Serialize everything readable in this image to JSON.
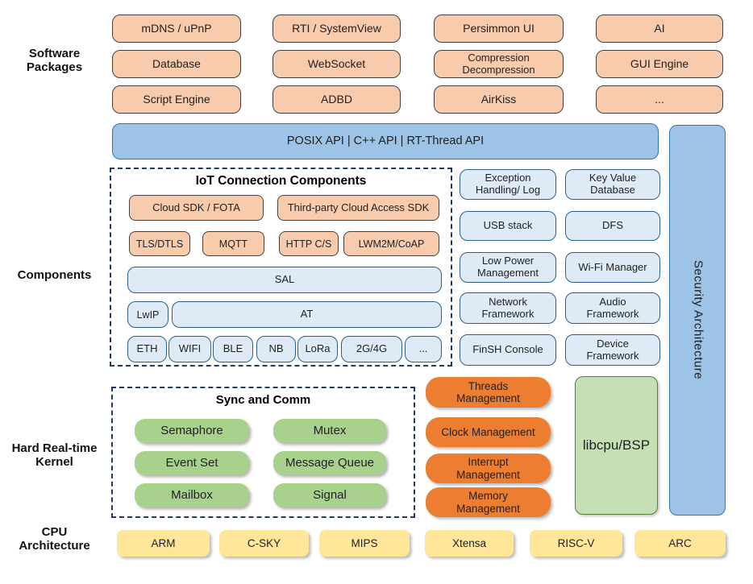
{
  "side_labels": {
    "software_packages": "Software\nPackages",
    "components": "Components",
    "kernel": "Hard Real-time\nKernel",
    "cpu": "CPU\nArchitecture"
  },
  "packages": {
    "items": [
      "mDNS / uPnP",
      "RTI / SystemView",
      "Persimmon UI",
      "AI",
      "Database",
      "WebSocket",
      "Compression\nDecompression",
      "GUI Engine",
      "Script Engine",
      "ADBD",
      "AirKiss",
      "..."
    ]
  },
  "api_bar": {
    "label": "POSIX API  |  C++ API  |  RT-Thread API"
  },
  "security_bar": {
    "label": "Security Architecture"
  },
  "iot": {
    "title": "IoT Connection Components",
    "cloud_row": [
      "Cloud SDK / FOTA",
      "Third-party Cloud Access SDK"
    ],
    "protocol_row": [
      "TLS/DTLS",
      "MQTT",
      "HTTP C/S",
      "LWM2M/CoAP"
    ],
    "sal": "SAL",
    "lwip": "LwIP",
    "at": "AT",
    "link_row": [
      "ETH",
      "WIFI",
      "BLE",
      "NB",
      "LoRa",
      "2G/4G",
      "..."
    ]
  },
  "components_right": {
    "items": [
      "Exception\nHandling/ Log",
      "Key Value\nDatabase",
      "USB stack",
      "DFS",
      "Low Power\nManagement",
      "Wi-Fi Manager",
      "Network\nFramework",
      "Audio\nFramework",
      "FinSH Console",
      "Device\nFramework"
    ]
  },
  "kernel": {
    "title": "Sync and Comm",
    "sync_items": [
      "Semaphore",
      "Mutex",
      "Event Set",
      "Message Queue",
      "Mailbox",
      "Signal"
    ],
    "mgmt_items": [
      "Threads\nManagement",
      "Clock Management",
      "Interrupt\nManagement",
      "Memory\nManagement"
    ],
    "libcpu": "libcpu/BSP"
  },
  "cpu_row": {
    "items": [
      "ARM",
      "C-SKY",
      "MIPS",
      "Xtensa",
      "RISC-V",
      "ARC"
    ]
  },
  "colors": {
    "package_fill": "#F8CBAD",
    "package_border": "#40403E",
    "blue_fill": "#9DC3E6",
    "blue_border": "#2E75B6",
    "lightblue_fill": "#DEEBF7",
    "lightblue_border": "#2E5F8C",
    "green_fill": "#A9D18E",
    "libcpu_fill": "#C5E0B4",
    "libcpu_border": "#538135",
    "mgmt_fill": "#ED7D31",
    "yellow_fill": "#FFE699",
    "dash_border": "#1F3864"
  }
}
